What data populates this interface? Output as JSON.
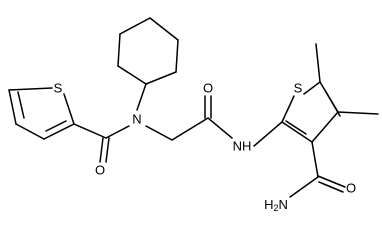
{
  "molecule": {
    "atoms": {
      "s_left": "S",
      "n_amide": "N",
      "o_left": "O",
      "o_mid": "O",
      "nh": "NH",
      "s_right": "S",
      "h2n": "H2N",
      "o_right": "O"
    },
    "h2n_parts": {
      "h": "H",
      "sub": "2",
      "n": "N"
    },
    "colors": {
      "bond": "#000000",
      "label": "#000000",
      "background": "#ffffff"
    }
  }
}
